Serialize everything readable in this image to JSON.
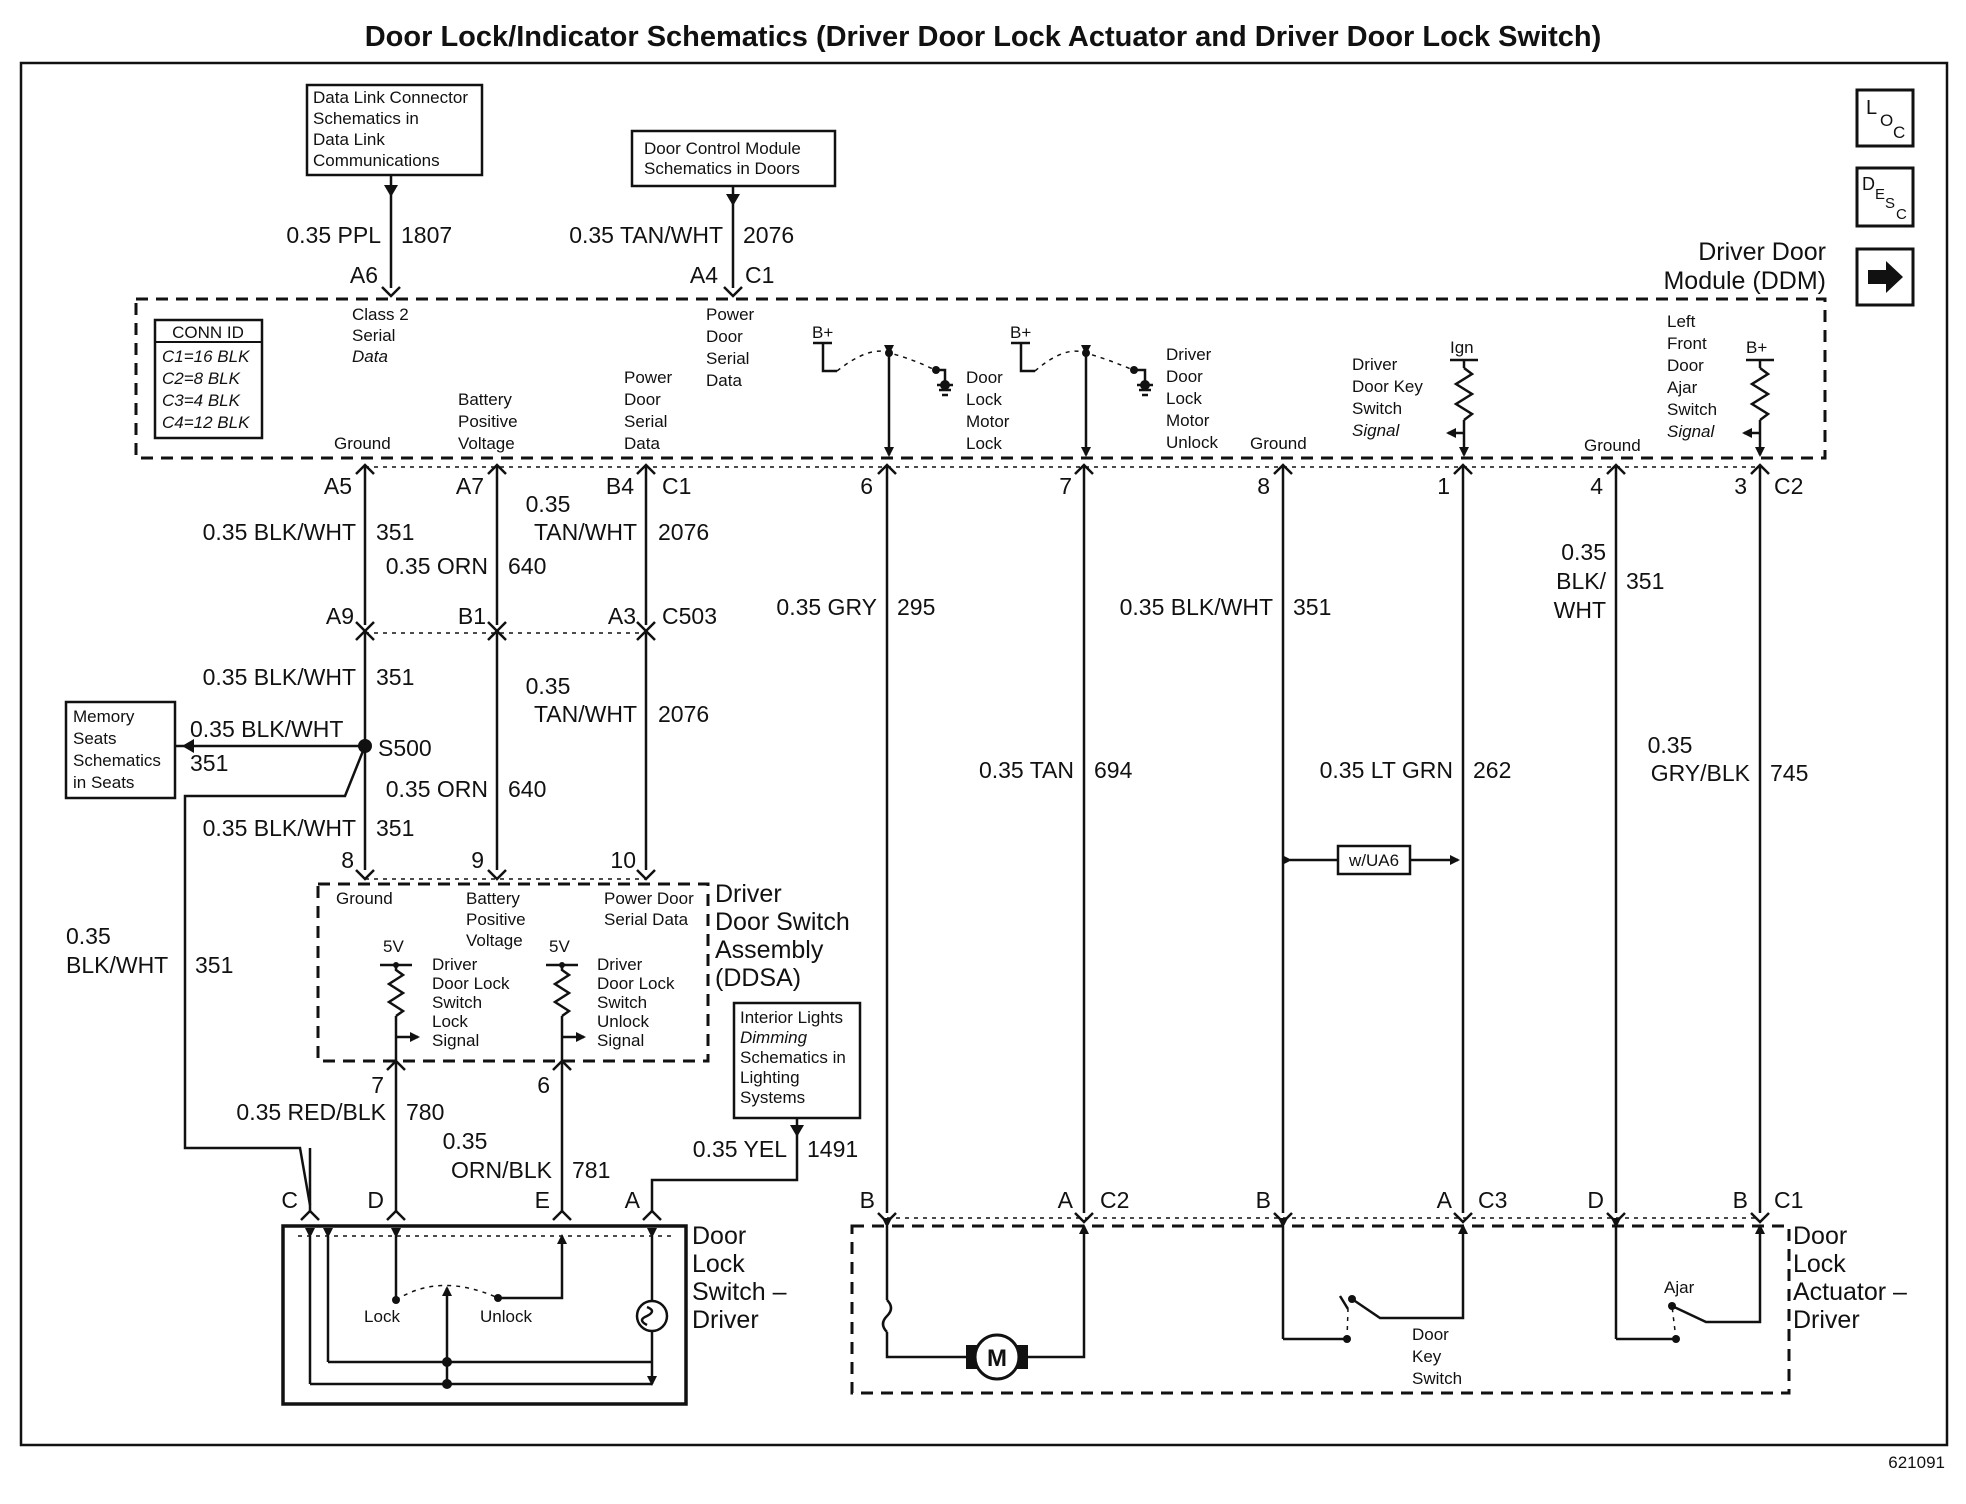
{
  "title": "Door Lock/Indicator Schematics (Driver Door Lock Actuator and Driver Door Lock Switch)",
  "figure_id": "621091",
  "nav_icons": {
    "loc": [
      "L",
      "O",
      "C"
    ],
    "desc": [
      "D",
      "E",
      "S",
      "C"
    ],
    "next": "next-arrow-icon"
  },
  "refs": {
    "dlc": [
      "Data Link Connector",
      "Schematics in",
      "Data Link",
      "Communications"
    ],
    "dcm": [
      "Door Control Module",
      "Schematics in Doors"
    ],
    "memory": [
      "Memory",
      "Seats",
      "Schematics",
      "in Seats"
    ],
    "interior": [
      "Interior Lights",
      "Dimming",
      "Schematics in",
      "Lighting",
      "Systems"
    ]
  },
  "ddm": {
    "name": [
      "Driver Door",
      "Module (DDM)"
    ],
    "conn_id": [
      "CONN ID",
      "C1=16 BLK",
      "C2=8 BLK",
      "C3=4 BLK",
      "C4=12 BLK"
    ],
    "labels": {
      "class2": [
        "Class 2",
        "Serial",
        "Data"
      ],
      "pdsd_top": [
        "Power",
        "Door",
        "Serial",
        "Data"
      ],
      "ground": "Ground",
      "bat": [
        "Battery",
        "Positive",
        "Voltage"
      ],
      "pdsd": [
        "Power",
        "Door",
        "Serial",
        "Data"
      ],
      "bplus": "B+",
      "motor_lock": [
        "Door",
        "Lock",
        "Motor",
        "Lock"
      ],
      "motor_unlock": [
        "Driver",
        "Door",
        "Lock",
        "Motor",
        "Unlock"
      ],
      "ground2": "Ground",
      "ign": "Ign",
      "key_sw": [
        "Driver",
        "Door Key",
        "Switch",
        "Signal"
      ],
      "ground3": "Ground",
      "ajar": [
        "Left",
        "Front",
        "Door",
        "Ajar",
        "Switch",
        "Signal"
      ]
    }
  },
  "ddsa": {
    "name": [
      "Driver",
      "Door Switch",
      "Assembly",
      "(DDSA)"
    ],
    "ground": "Ground",
    "bat": [
      "Battery",
      "Positive",
      "Voltage"
    ],
    "pdsd": [
      "Power Door",
      "Serial Data"
    ],
    "v5": "5V",
    "lock_sig": [
      "Driver",
      "Door Lock",
      "Switch",
      "Lock",
      "Signal"
    ],
    "unlock_sig": [
      "Driver",
      "Door Lock",
      "Switch",
      "Unlock",
      "Signal"
    ]
  },
  "switch": {
    "name": [
      "Door",
      "Lock",
      "Switch –",
      "Driver"
    ],
    "lock": "Lock",
    "unlock": "Unlock"
  },
  "actuator": {
    "name": [
      "Door",
      "Lock",
      "Actuator –",
      "Driver"
    ],
    "motor": "M",
    "key": [
      "Door",
      "Key",
      "Switch"
    ],
    "ajar": "Ajar"
  },
  "option": "w/UA6",
  "splice": "S500",
  "pins": {
    "a6": "A6",
    "a4": "A4",
    "c1top": "C1",
    "a5": "A5",
    "a7": "A7",
    "b4": "B4",
    "c1": "C1",
    "p6": "6",
    "p7": "7",
    "p8": "8",
    "p1": "1",
    "p4": "4",
    "p3": "3",
    "c2": "C2",
    "a9": "A9",
    "b1": "B1",
    "a3": "A3",
    "c503": "C503",
    "d8": "8",
    "d9": "9",
    "d10": "10",
    "d7": "7",
    "d6": "6",
    "sc": "C",
    "sd": "D",
    "se": "E",
    "sa": "A",
    "ab1": "B",
    "aa1": "A",
    "ac2": "C2",
    "ab2": "B",
    "aa2": "A",
    "ac3": "C3",
    "ad3": "D",
    "ab3": "B",
    "ac1": "C1"
  },
  "wires": {
    "ppl": [
      "0.35 PPL",
      "1807"
    ],
    "tanwht_top": [
      "0.35 TAN/WHT",
      "2076"
    ],
    "blkwht_1": [
      "0.35 BLK/WHT",
      "351"
    ],
    "orn_1": [
      "0.35 ORN",
      "640"
    ],
    "tanwht_1": [
      "0.35",
      "TAN/WHT",
      "2076"
    ],
    "gry": [
      "0.35 GRY",
      "295"
    ],
    "blkwht_mid": [
      "0.35 BLK/WHT",
      "351"
    ],
    "blkwht_right": [
      "0.35",
      "BLK/",
      "WHT",
      "351"
    ],
    "blkwht_2": [
      "0.35 BLK/WHT",
      "351"
    ],
    "blkwht_mem": [
      "0.35 BLK/WHT",
      "351"
    ],
    "tanwht_2": [
      "0.35",
      "TAN/WHT",
      "2076"
    ],
    "tan": [
      "0.35 TAN",
      "694"
    ],
    "ltgrn": [
      "0.35 LT GRN",
      "262"
    ],
    "grybk": [
      "0.35",
      "GRY/BLK",
      "745"
    ],
    "orn_2": [
      "0.35 ORN",
      "640"
    ],
    "blkwht_3": [
      "0.35 BLK/WHT",
      "351"
    ],
    "blkwht_left": [
      "0.35",
      "BLK/WHT",
      "351"
    ],
    "redblk": [
      "0.35 RED/BLK",
      "780"
    ],
    "ornblk": [
      "0.35",
      "ORN/BLK",
      "781"
    ],
    "yel": [
      "0.35 YEL",
      "1491"
    ]
  }
}
